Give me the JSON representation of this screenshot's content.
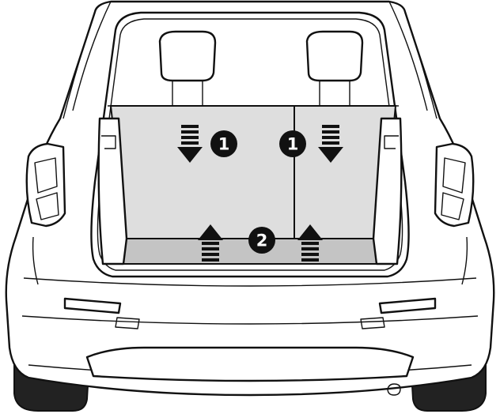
{
  "diagram": {
    "callouts": [
      {
        "id": "left-seatback",
        "number": "1",
        "action": "fold-down"
      },
      {
        "id": "right-seatback",
        "number": "1",
        "action": "fold-down"
      },
      {
        "id": "seat-base",
        "number": "2",
        "action": "lift-up"
      }
    ],
    "colors": {
      "line": "#111111",
      "panel_fill": "#dedede",
      "floor_fill": "#c4c4c4",
      "body_fill": "#ffffff",
      "tire_fill": "#222222",
      "callout_fill": "#111111",
      "callout_text": "#ffffff",
      "arrow_fill": "#111111"
    }
  }
}
